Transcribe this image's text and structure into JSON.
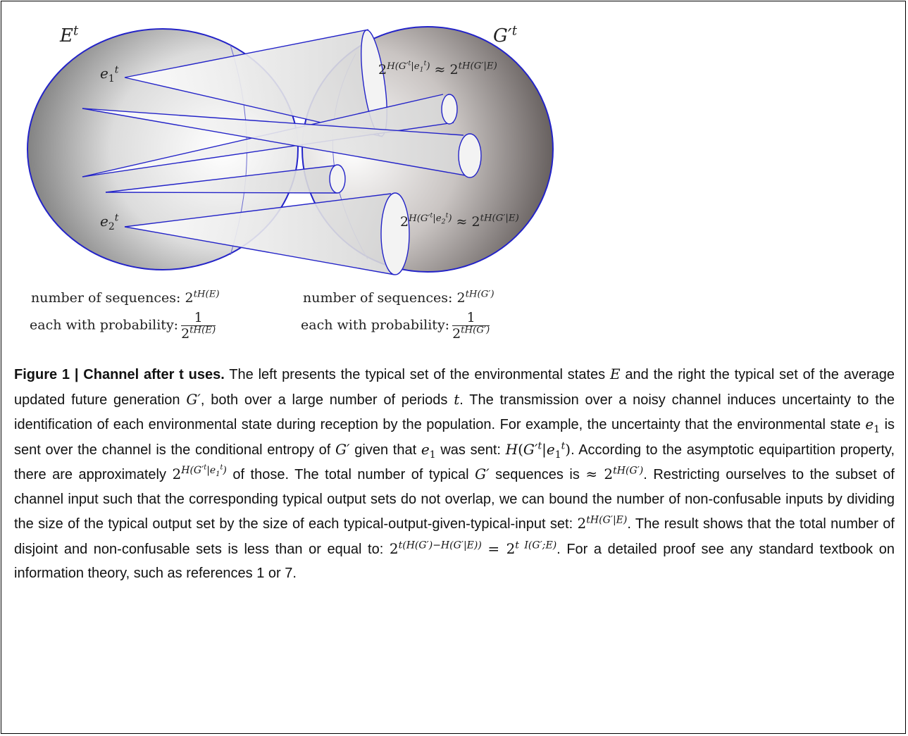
{
  "diagram": {
    "left_set_label": "E^t",
    "right_set_label": "G'^t",
    "e1_label": "e_1^t",
    "e2_label": "e_2^t",
    "cone1_label": "2^{H(G'^t|e_1^t)} ≈ 2^{tH(G'|E)}",
    "cone2_label": "2^{H(G'^t|e_2^t)} ≈ 2^{tH(G'|E)}",
    "left_count": "number of sequences: 2^{tH(E)}",
    "left_prob": "each with probability: 1 / 2^{tH(E)}",
    "right_count": "number of sequences: 2^{tH(G')}",
    "right_prob": "each with probability: 1 / 2^{tH(G')}"
  },
  "caption": {
    "figure_label": "Figure 1 | Channel after t uses.",
    "s1": "The left presents the typical set of the environmental states",
    "s2": "and the right the typical set of the average updated future generation",
    "s3": ", both over a large number of periods",
    "s4": "The transmission over a noisy channel induces uncertainty to the identification of each environmental state during reception by the population. For example, the uncertainty that the environmental state",
    "s5": "is sent over the channel is the conditional entropy of",
    "s6": "given that",
    "s7": "was sent:",
    "s8": "According to the asymptotic equipartition property, there are approximately",
    "s9": "of those. The total number of typical",
    "s10": "sequences is",
    "s11": "Restricting ourselves to the subset of channel input such that the corresponding typical output sets do not overlap, we can bound the number of non-confusable inputs by dividing the size of the typical output set by the size of each typical-output-given-typical-input set:",
    "s12": "The result shows that the total number of disjoint and non-confusable sets is less than or equal to:",
    "s13": "For a detailed proof see any standard textbook on information theory, such as references 1 or 7."
  }
}
